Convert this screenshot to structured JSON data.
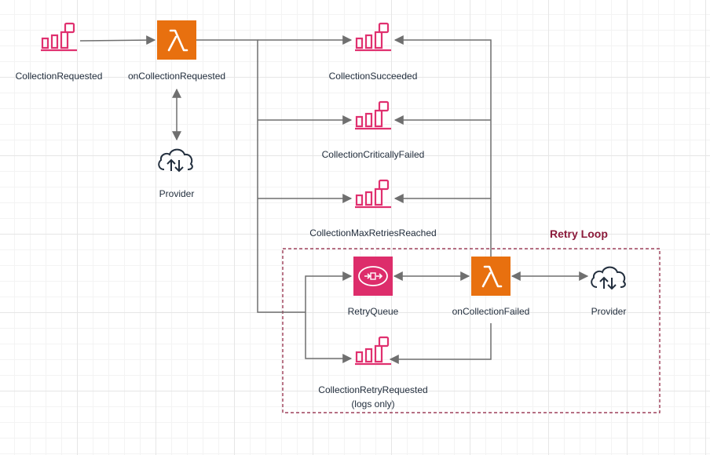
{
  "colors": {
    "event_icon": "#e0306f",
    "lambda_bg": "#e8700f",
    "queue_bg": "#dd2d6b",
    "cloud_icon": "#232f3e",
    "edge": "#6f6f6f",
    "loop_border": "#8b1a3a",
    "label_text": "#232f3e"
  },
  "nodes": {
    "collection_requested": {
      "label": "CollectionRequested",
      "icon": "eventbridge-event-icon"
    },
    "on_collection_requested": {
      "label": "onCollectionRequested",
      "icon": "lambda-icon"
    },
    "provider_top": {
      "label": "Provider",
      "icon": "cloud-icon"
    },
    "collection_succeeded": {
      "label": "CollectionSucceeded",
      "icon": "eventbridge-event-icon"
    },
    "collection_critically_failed": {
      "label": "CollectionCriticallyFailed",
      "icon": "eventbridge-event-icon"
    },
    "collection_max_retries": {
      "label": "CollectionMaxRetriesReached",
      "icon": "eventbridge-event-icon"
    },
    "retry_queue": {
      "label": "RetryQueue",
      "icon": "sqs-queue-icon"
    },
    "on_collection_failed": {
      "label": "onCollectionFailed",
      "icon": "lambda-icon"
    },
    "provider_loop": {
      "label": "Provider",
      "icon": "cloud-icon"
    },
    "collection_retry_requested": {
      "label": "CollectionRetryRequested",
      "sublabel": "(logs only)",
      "icon": "eventbridge-event-icon"
    }
  },
  "groups": {
    "retry_loop": {
      "title": "Retry Loop"
    }
  }
}
